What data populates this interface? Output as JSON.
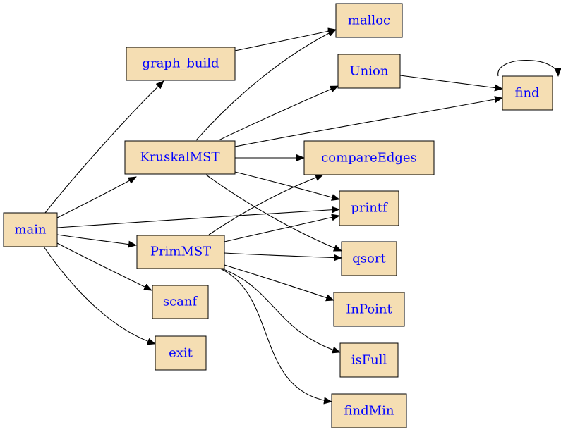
{
  "graph": {
    "colors": {
      "node_fill": "#f5deb3",
      "node_stroke": "#000000",
      "label": "#0000ff",
      "edge": "#000000"
    },
    "nodes": {
      "main": "main",
      "graph_build": "graph_build",
      "KruskalMST": "KruskalMST",
      "PrimMST": "PrimMST",
      "scanf": "scanf",
      "exit": "exit",
      "malloc": "malloc",
      "Union": "Union",
      "find": "find",
      "compareEdges": "compareEdges",
      "printf": "printf",
      "qsort": "qsort",
      "InPoint": "InPoint",
      "isFull": "isFull",
      "findMin": "findMin"
    },
    "edges": [
      {
        "from": "main",
        "to": "graph_build"
      },
      {
        "from": "main",
        "to": "KruskalMST"
      },
      {
        "from": "main",
        "to": "printf"
      },
      {
        "from": "main",
        "to": "PrimMST"
      },
      {
        "from": "main",
        "to": "scanf"
      },
      {
        "from": "main",
        "to": "exit"
      },
      {
        "from": "graph_build",
        "to": "malloc"
      },
      {
        "from": "KruskalMST",
        "to": "malloc"
      },
      {
        "from": "KruskalMST",
        "to": "Union"
      },
      {
        "from": "KruskalMST",
        "to": "find"
      },
      {
        "from": "KruskalMST",
        "to": "compareEdges"
      },
      {
        "from": "KruskalMST",
        "to": "printf"
      },
      {
        "from": "KruskalMST",
        "to": "qsort"
      },
      {
        "from": "Union",
        "to": "find"
      },
      {
        "from": "find",
        "to": "find"
      },
      {
        "from": "PrimMST",
        "to": "compareEdges"
      },
      {
        "from": "PrimMST",
        "to": "printf"
      },
      {
        "from": "PrimMST",
        "to": "qsort"
      },
      {
        "from": "PrimMST",
        "to": "InPoint"
      },
      {
        "from": "PrimMST",
        "to": "isFull"
      },
      {
        "from": "PrimMST",
        "to": "findMin"
      }
    ]
  }
}
